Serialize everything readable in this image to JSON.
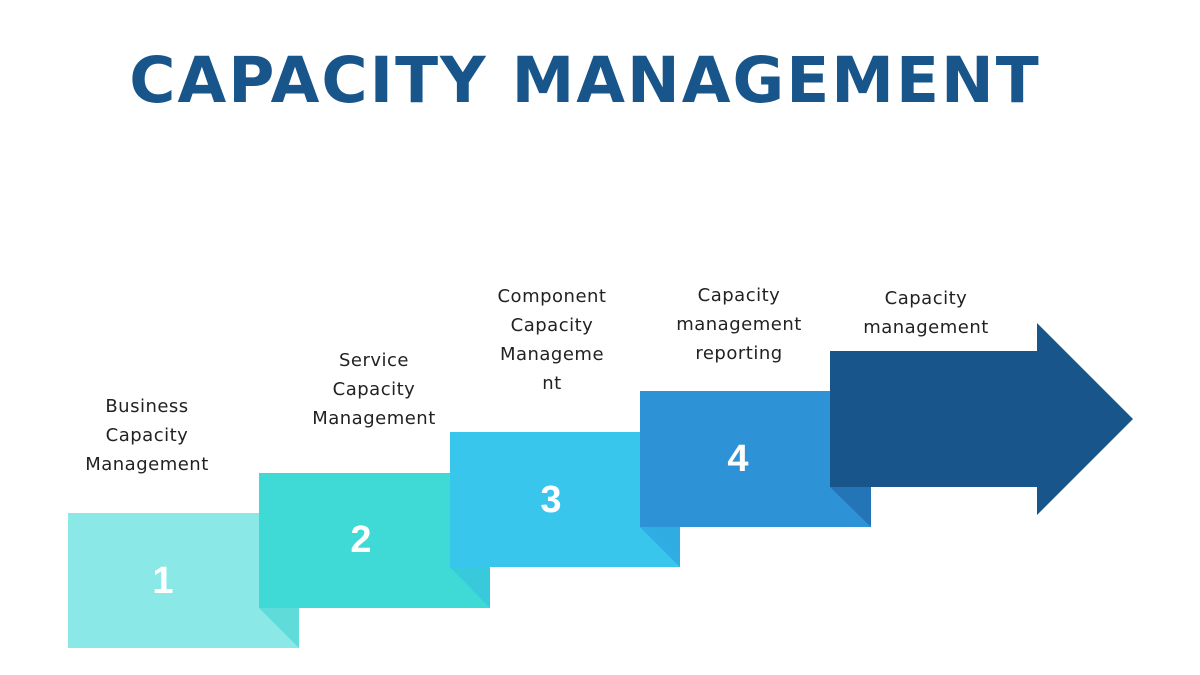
{
  "title": "CAPACITY MANAGEMENT",
  "colors": {
    "title": "#17558a",
    "step1": "#8ae8e6",
    "step1_fold": "#5fdbd9",
    "step2": "#3fd9d6",
    "step2_fold": "#38c9dd",
    "step3": "#38c6ec",
    "step3_fold": "#2fade3",
    "step4": "#2d92d6",
    "step4_fold": "#2474b8",
    "arrow": "#17558a"
  },
  "steps": [
    {
      "number": "1",
      "label_lines": [
        "Business",
        "Capacity",
        "Management"
      ]
    },
    {
      "number": "2",
      "label_lines": [
        "Service",
        "Capacity",
        "Management"
      ]
    },
    {
      "number": "3",
      "label_lines": [
        "Component",
        "Capacity",
        "Manageme",
        "nt"
      ]
    },
    {
      "number": "4",
      "label_lines": [
        "Capacity",
        "management",
        "reporting"
      ]
    }
  ],
  "final": {
    "label_lines": [
      "Capacity",
      "management"
    ]
  }
}
